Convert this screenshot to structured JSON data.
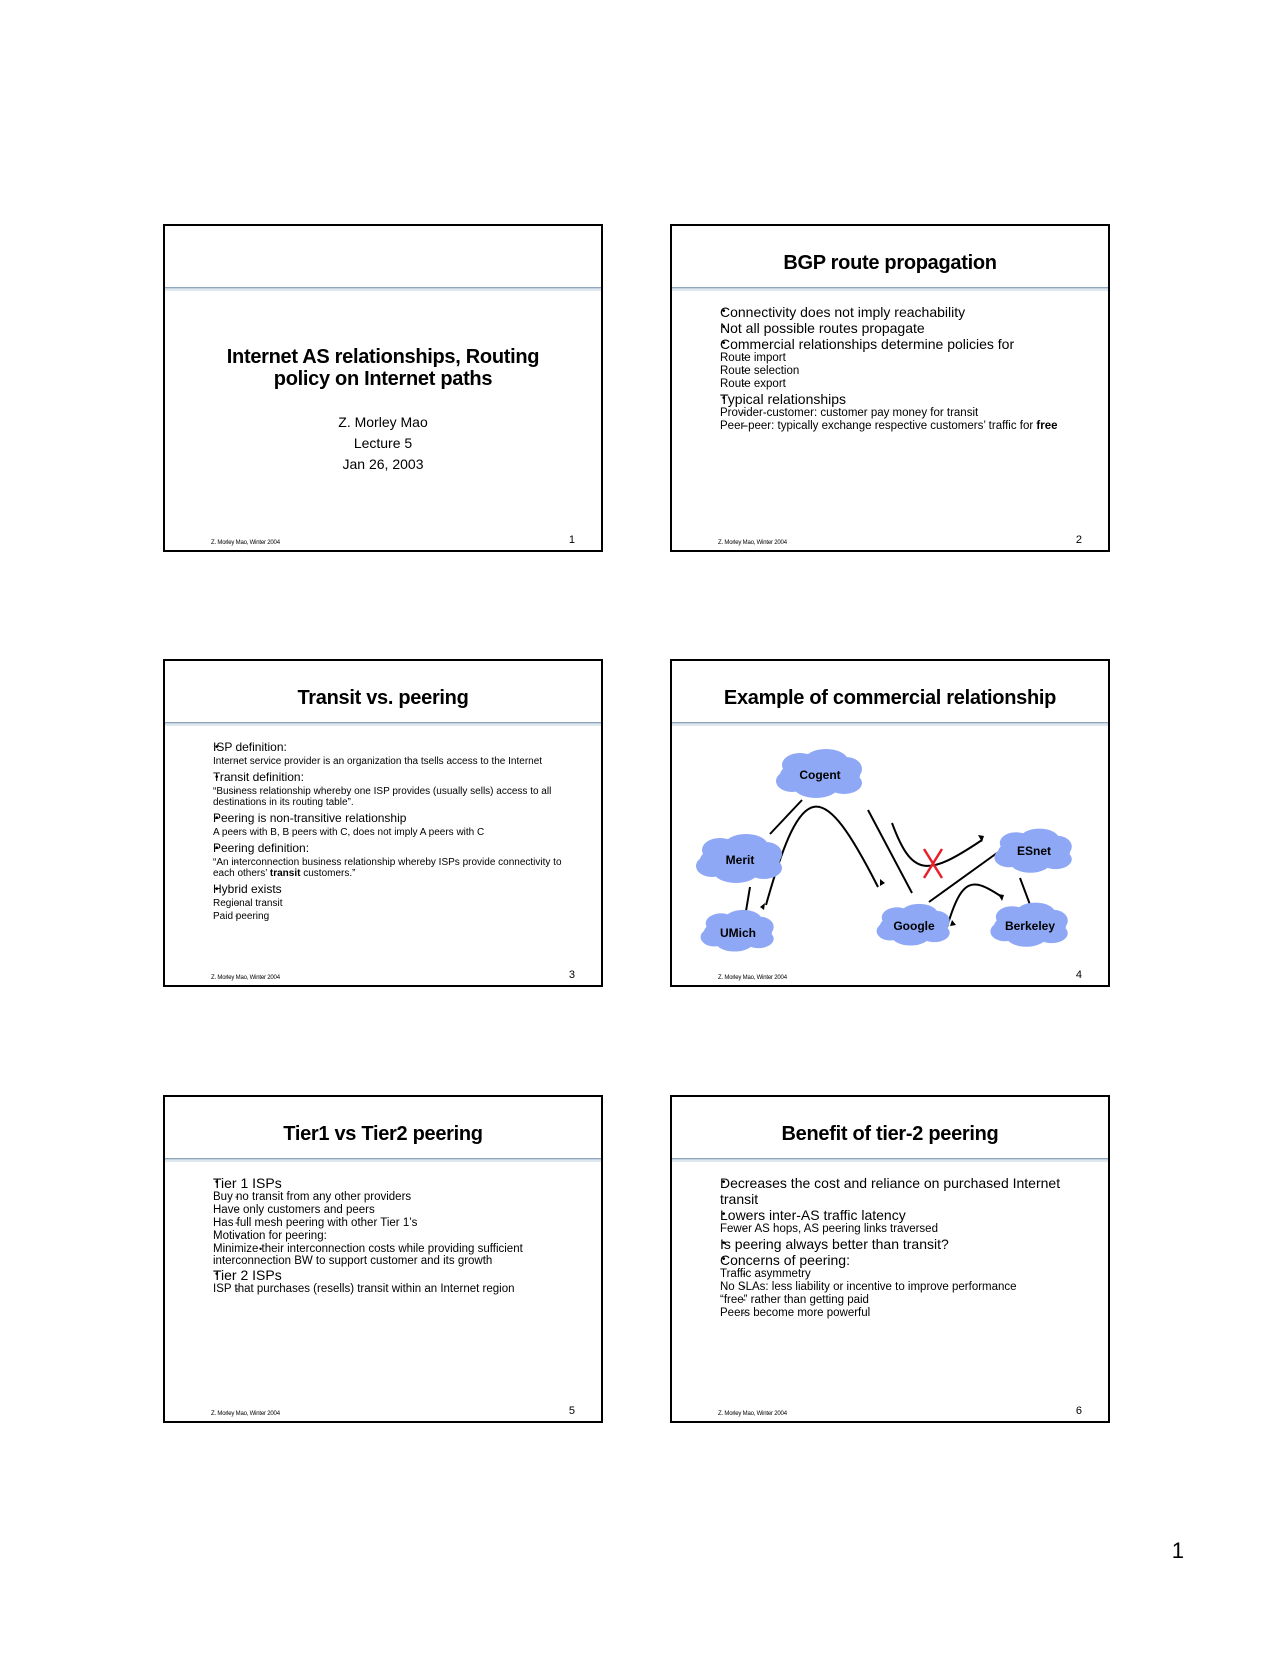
{
  "footer_text": "Z. Morley Mao, Winter 2004",
  "page_number": "1",
  "slides": [
    {
      "number": "1",
      "title_lines": [
        "Internet AS relationships, Routing",
        "policy on Internet paths"
      ],
      "author": "Z. Morley Mao",
      "lecture": "Lecture 5",
      "date": "Jan 26, 2003"
    },
    {
      "number": "2",
      "title": "BGP route propagation",
      "items": [
        {
          "text": "Connectivity does not imply reachability"
        },
        {
          "text": "Not all possible routes propagate"
        },
        {
          "text": "Commercial relationships determine policies for",
          "sub": [
            "Route import",
            "Route selection",
            "Route export"
          ]
        },
        {
          "text": "Typical relationships",
          "sub": [
            "Provider-customer: customer pay money for transit"
          ],
          "sub_last_pre": "Peer-peer: typically exchange respective customers’ traffic for ",
          "sub_last_bold": "free"
        }
      ]
    },
    {
      "number": "3",
      "title": "Transit vs. peering",
      "items": [
        {
          "text": "ISP definition:",
          "sub": [
            "Internet service provider is an organization tha tsells access to the Internet"
          ]
        },
        {
          "text": "Transit definition:",
          "sub": [
            "“Business relationship whereby one ISP provides (usually sells) access to all destinations in its routing table”."
          ]
        },
        {
          "text": "Peering is non-transitive relationship",
          "sub": [
            "A peers with B, B peers with C, does not imply A peers with C"
          ]
        },
        {
          "text": "Peering definition:",
          "sub_pre": "“An interconnection business relationship whereby ISPs provide connectivity to each others’ ",
          "sub_bold": "transit",
          "sub_post": " customers.”"
        },
        {
          "text": "Hybrid exists",
          "sub": [
            "Regional transit",
            "Paid peering"
          ]
        }
      ]
    },
    {
      "number": "4",
      "title": "Example of commercial relationship",
      "diagram": {
        "nodes": [
          "Cogent",
          "Merit",
          "ESnet",
          "UMich",
          "Google",
          "Berkeley"
        ],
        "cloud_color": "#8fa8f5",
        "mark_color": "#e8202a"
      }
    },
    {
      "number": "5",
      "title": "Tier1 vs Tier2 peering",
      "items": [
        {
          "text": "Tier 1 ISPs",
          "sub": [
            "Buy no transit from any other providers",
            "Have only customers and peers",
            "Has full mesh peering with other Tier 1’s",
            "Motivation for peering:"
          ],
          "subsub": [
            "Minimize their interconnection costs while providing sufficient interconnection BW to support customer and its growth"
          ]
        },
        {
          "text": "Tier 2 ISPs",
          "sub": [
            "ISP that purchases (resells) transit within an Internet region"
          ]
        }
      ]
    },
    {
      "number": "6",
      "title": "Benefit of tier-2 peering",
      "items": [
        {
          "text": "Decreases the cost and reliance on purchased Internet transit"
        },
        {
          "text": "Lowers inter-AS traffic latency",
          "sub": [
            "Fewer AS hops, AS peering links traversed"
          ]
        },
        {
          "text": "Is peering always better than transit?"
        },
        {
          "text": "Concerns of peering:",
          "sub": [
            "Traffic asymmetry",
            "No SLAs: less liability or incentive to improve performance",
            "“free” rather than getting paid",
            "Peers become more powerful"
          ]
        }
      ]
    }
  ]
}
